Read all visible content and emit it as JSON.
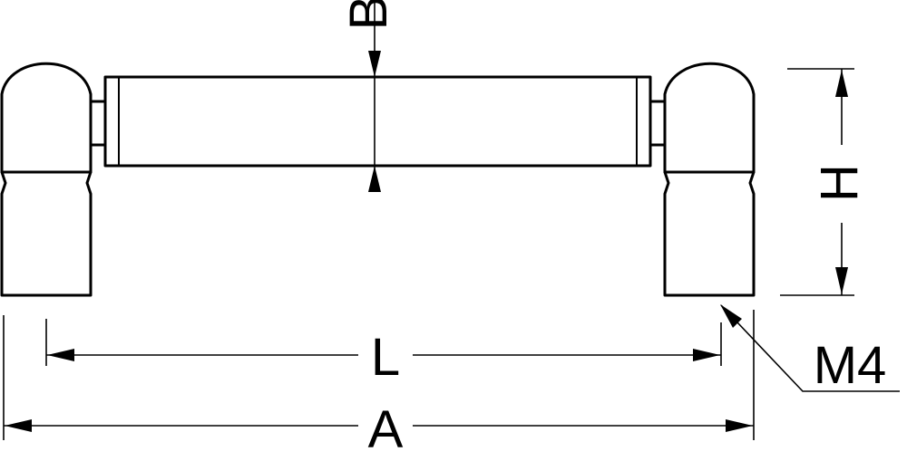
{
  "drawing": {
    "labels": {
      "A": "A",
      "L": "L",
      "H": "H",
      "B": "B",
      "thread": "M4"
    }
  }
}
